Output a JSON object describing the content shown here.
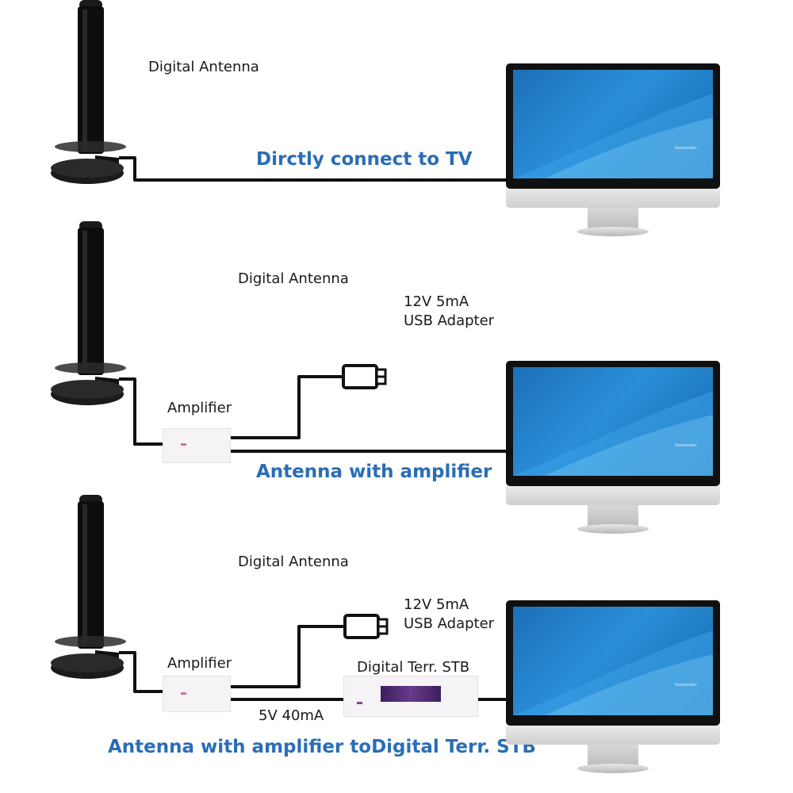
{
  "rows": [
    {
      "antenna_label": "Digital Antenna",
      "caption": "Dirctly connect to TV",
      "calendar_month": "September"
    },
    {
      "antenna_label": "Digital Antenna",
      "amplifier_label": "Amplifier",
      "usb_label_line1": "12V 5mA",
      "usb_label_line2": "USB Adapter",
      "caption": "Antenna with amplifier",
      "calendar_month": "September"
    },
    {
      "antenna_label": "Digital Antenna",
      "amplifier_label": "Amplifier",
      "usb_label_line1": "12V 5mA",
      "usb_label_line2": "USB Adapter",
      "stb_label": "Digital Terr. STB",
      "power_label": "5V 40mA",
      "caption": "Antenna with amplifier toDigital Terr. STB",
      "calendar_month": "September"
    }
  ],
  "colors": {
    "caption": "#2a6db5",
    "cable": "#111111",
    "screen": "#1d6fb8",
    "stb_display": "#5a2f7a",
    "indicator": "#d4738f"
  },
  "icons": [
    "antenna-icon",
    "monitor-icon",
    "usb-plug-icon",
    "amplifier-box",
    "stb-box"
  ]
}
